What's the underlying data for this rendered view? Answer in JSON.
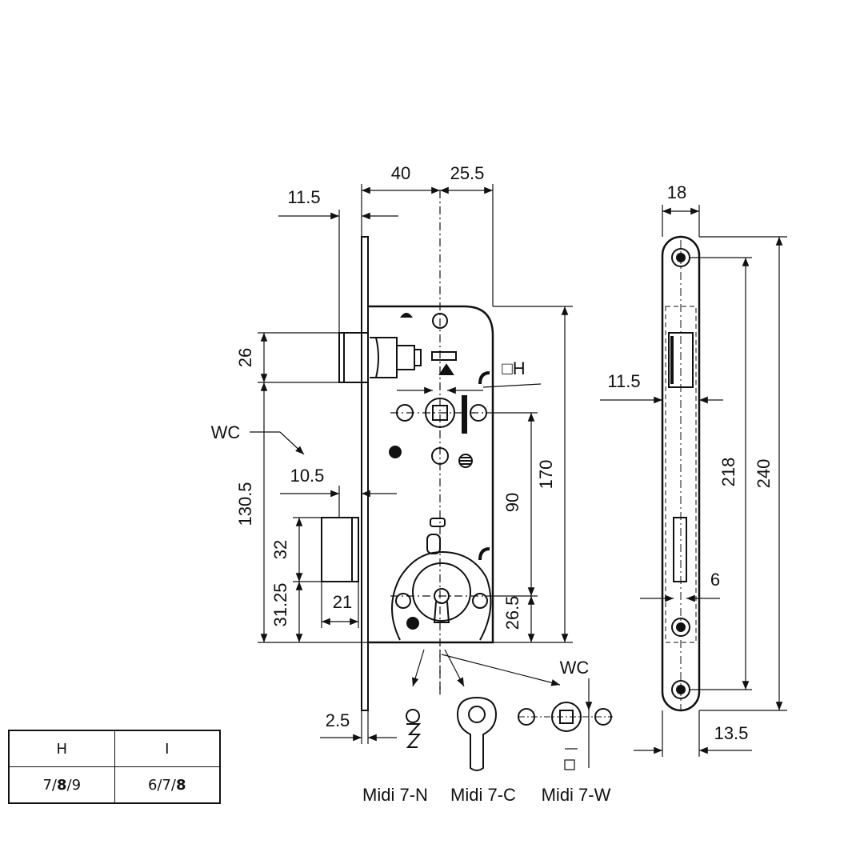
{
  "dimensions": {
    "top_40": "40",
    "top_25_5": "25.5",
    "front_11_5": "11.5",
    "latch_26": "26",
    "wc_left": "WC",
    "gap_10_5": "10.5",
    "h_130_5": "130.5",
    "bolt_32": "32",
    "h_31_25": "31.25",
    "bolt_21": "21",
    "h_90": "90",
    "h_170": "170",
    "h_26_5": "26.5",
    "square_h": "□H",
    "wc_right": "WC",
    "plate_2_5": "2.5",
    "strike_18": "18",
    "strike_11_5": "11.5",
    "strike_218": "218",
    "strike_240": "240",
    "strike_6": "6",
    "strike_13_5": "13.5"
  },
  "variants": [
    "Midi 7-N",
    "Midi 7-C",
    "Midi 7-W"
  ],
  "spec_table": {
    "headers": [
      "H",
      "I"
    ],
    "rows": [
      {
        "h_pre": "7/",
        "h_bold": "8",
        "h_post": "/9",
        "i_pre": "6/7/",
        "i_bold": "8",
        "i_post": ""
      }
    ]
  },
  "colors": {
    "line": "#111111",
    "background": "#ffffff"
  }
}
